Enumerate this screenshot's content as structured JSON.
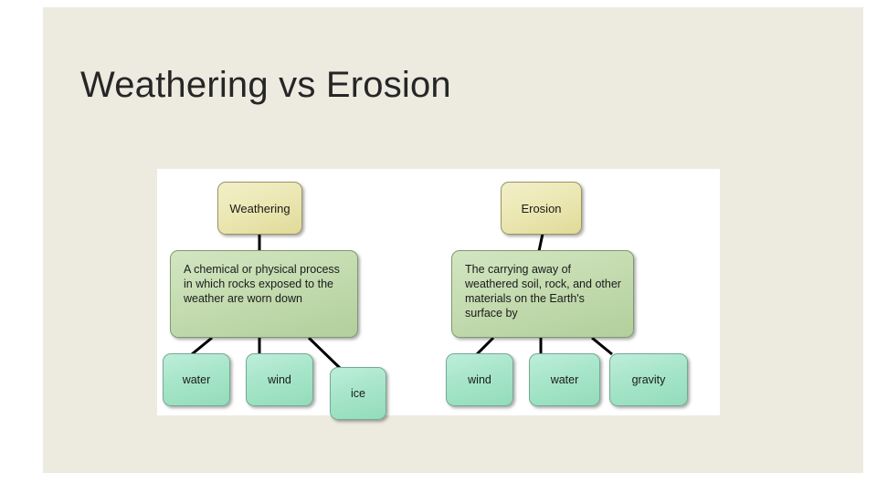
{
  "slide": {
    "title": "Weathering vs Erosion",
    "background_color": "#edeae0",
    "panel_color": "#ffffff"
  },
  "palette": {
    "root_fill": "#ece8b4",
    "description_fill": "#c6ddb2",
    "leaf_fill": "#a7e5c9",
    "connector": "#000000",
    "text": "#1a1a1a",
    "title_text": "#262626"
  },
  "diagram": {
    "type": "hierarchy",
    "trees": [
      {
        "id": "weathering",
        "root": "Weathering",
        "description": "A chemical or physical process in which rocks exposed to the weather are worn down",
        "leaves": [
          "water",
          "wind",
          "ice"
        ]
      },
      {
        "id": "erosion",
        "root": "Erosion",
        "description": "The carrying away of weathered soil, rock, and other materials on the Earth's surface by",
        "leaves": [
          "wind",
          "water",
          "gravity"
        ]
      }
    ]
  }
}
